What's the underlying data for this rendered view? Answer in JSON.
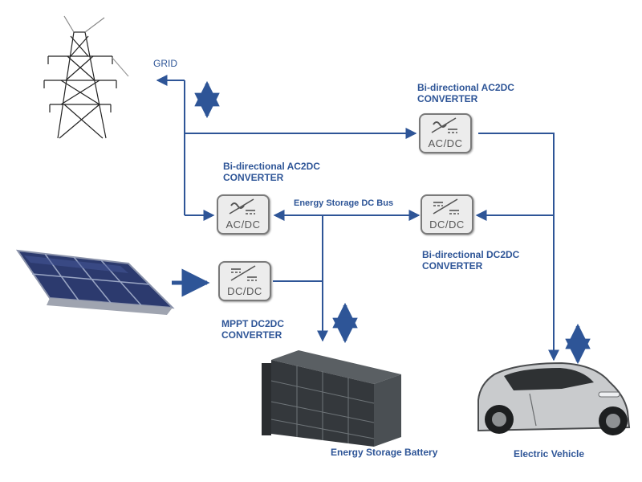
{
  "labels": {
    "grid": "GRID",
    "top_converter": [
      "Bi-directional AC2DC",
      "CONVERTER"
    ],
    "left_converter": [
      "Bi-directional AC2DC",
      "CONVERTER"
    ],
    "dcdc_converter": [
      "Bi-directional DC2DC",
      "CONVERTER"
    ],
    "mppt_converter": [
      "MPPT DC2DC",
      "CONVERTER"
    ],
    "dc_bus": "Energy Storage DC Bus",
    "battery": "Energy Storage Battery",
    "vehicle": "Electric Vehicle"
  },
  "converters": {
    "top": "AC/DC",
    "left": "AC/DC",
    "dcdc": "DC/DC",
    "mppt": "DC/DC"
  },
  "colors": {
    "line": "#2e5597",
    "label": "#2e5597",
    "converter_fill": "#ececec",
    "converter_border": "#7a7a7a"
  },
  "icons": [
    "transmission-tower-icon",
    "solar-panel-icon",
    "battery-rack-icon",
    "electric-vehicle-icon"
  ]
}
